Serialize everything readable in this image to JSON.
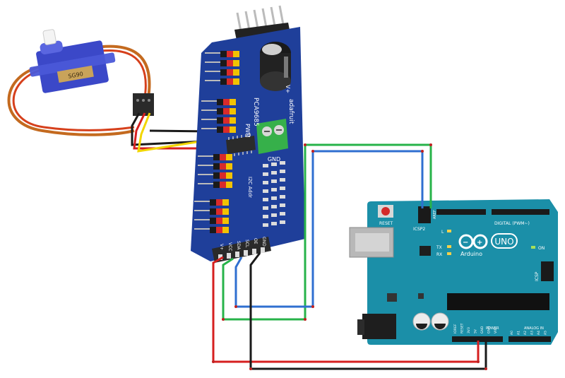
{
  "colors": {
    "pca_board": "#1f3f9a",
    "arduino_board": "#1b8fa8",
    "wire_red": "#d61f1f",
    "wire_black": "#1a1a1a",
    "wire_green": "#27b34a",
    "wire_blue": "#2f6fd0",
    "wire_yellow": "#f2d600",
    "servo_body": "#3b48c8"
  },
  "servo": {
    "label": "SG90"
  },
  "pca9685": {
    "chip_label": "PCA9685",
    "brand_label": "adafruit",
    "terminal_label": "GND",
    "pwm_label": "PWM",
    "v_label": "V+",
    "i2c_label": "I2C Addr",
    "header_pins": [
      "GND",
      "OE",
      "SCL",
      "SDA",
      "VCC",
      "V+"
    ]
  },
  "arduino": {
    "reset_label": "RESET",
    "icsp2_label": "ICSP2",
    "icsp_label": "ICSP",
    "digital_label": "DIGITAL (PWM~)",
    "aref_label": "AREF",
    "l_label": "L",
    "tx_label": "TX",
    "rx_label": "RX",
    "logo_text": "Arduino",
    "uno_text": "UNO",
    "on_label": "ON",
    "power_label": "POWER",
    "analog_label": "ANALOG IN",
    "power_pins": [
      "IOREF",
      "RESET",
      "3V3",
      "5V",
      "GND",
      "GND",
      "VIN"
    ],
    "analog_pins": [
      "A0",
      "A1",
      "A2",
      "A3",
      "A4",
      "A5"
    ]
  }
}
